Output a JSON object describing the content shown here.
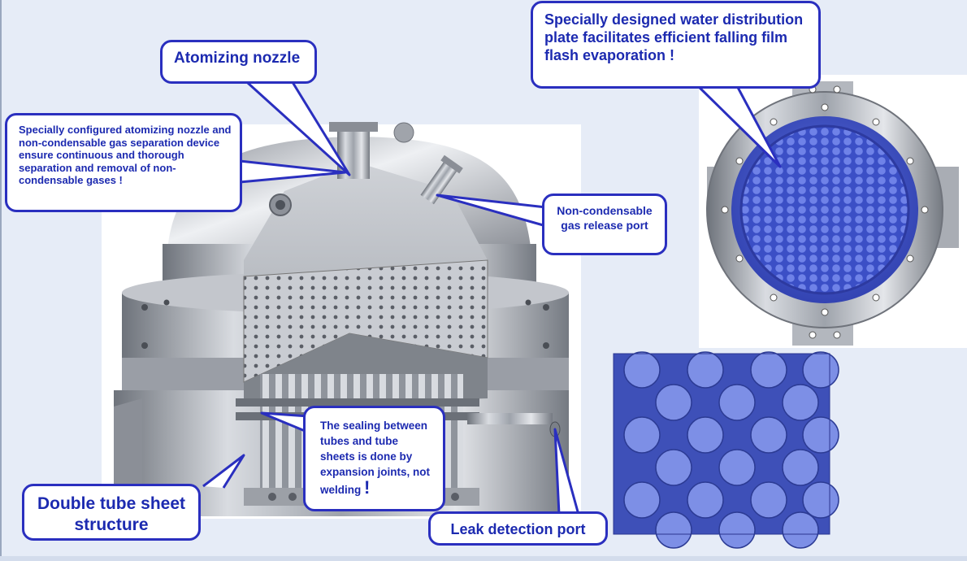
{
  "callouts": {
    "atomizing_nozzle": "Atomizing nozzle",
    "separation_device": "Specially configured atomizing nozzle and non-condensable gas separation device ensure continuous and thorough separation and removal of non-condensable gases !",
    "non_condensable_port": "Non-condensable gas release port",
    "water_distribution_plate": "Specially designed water distribution plate facilitates efficient falling film flash evaporation !",
    "sealing": "The sealing between tubes and tube sheets is done by expansion joints, not welding",
    "sealing_exclaim": "!",
    "double_tube_sheet": "Double tube sheet structure",
    "leak_detection": "Leak detection port"
  },
  "colors": {
    "callout_border": "#2a2fbf",
    "callout_text": "#1c2ab0",
    "background": "#e6ecf7",
    "steel": "#b8bcc4",
    "plate_blue": "#3a4fc8"
  }
}
